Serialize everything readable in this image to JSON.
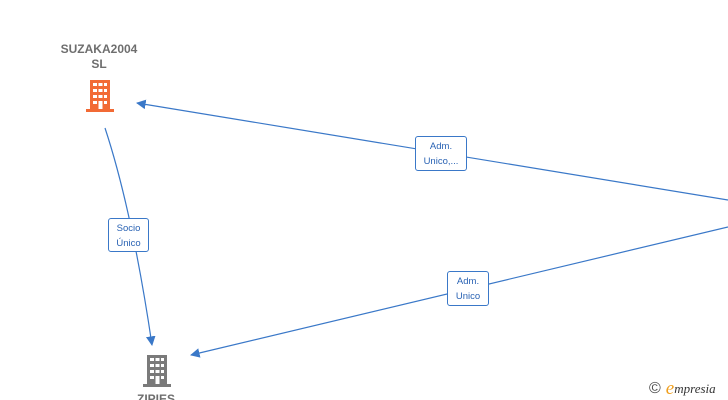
{
  "nodes": {
    "suzaka": {
      "line1": "SUZAKA2004",
      "line2": "SL",
      "color": "#f26a35"
    },
    "zipies": {
      "line1": "ZIPIES",
      "color": "#7a7a7a"
    }
  },
  "edges": {
    "socio_unico": {
      "line1": "Socio",
      "line2": "Único"
    },
    "adm_unico_top": {
      "line1": "Adm.",
      "line2": "Unico,..."
    },
    "adm_unico_bottom": {
      "line1": "Adm.",
      "line2": "Unico"
    }
  },
  "colors": {
    "edge": "#3a78c8"
  },
  "brand": {
    "copyright_symbol": "©",
    "logo_initial": "e",
    "logo_rest": "mpresia"
  }
}
